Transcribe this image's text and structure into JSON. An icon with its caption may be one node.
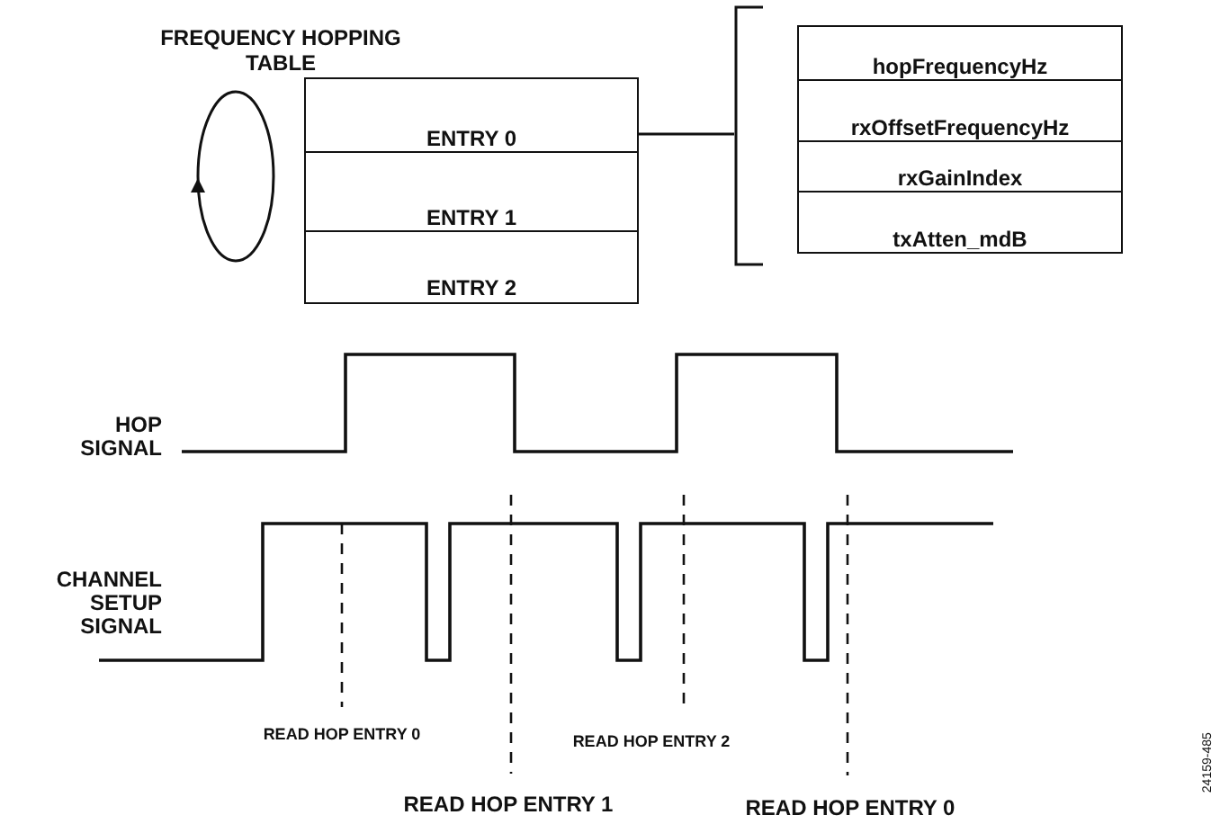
{
  "diagram": {
    "nodes": [
      {
        "text": [
          "FREQUENCY HOPPING TABLE"
        ]
      },
      {
        "text": [
          "ENTRY 0"
        ],
        "in": 0
      },
      {
        "text": [
          "ENTRY 1"
        ],
        "in": 0
      },
      {
        "text": [
          "ENTRY 2"
        ],
        "in": 0
      },
      {
        "text": [],
        "shape": "box"
      },
      {
        "text": [
          "hopFrequencyHz"
        ],
        "in": 4
      },
      {
        "text": [
          "rxOffsetFrequencyHz"
        ],
        "in": 4
      },
      {
        "text": [
          "rxGainIndex"
        ],
        "in": 4
      },
      {
        "text": [
          "txAtten_mdB"
        ],
        "in": 4
      }
    ],
    "edges": [
      {
        "from": 1,
        "to": 4,
        "arrow": "none"
      }
    ],
    "labels": [
      "HOP SIGNAL",
      "CHANNEL SETUP SIGNAL",
      "READ HOP ENTRY 0",
      "READ HOP ENTRY 2",
      "READ HOP ENTRY 1",
      "READ HOP ENTRY 0",
      "24159-485"
    ]
  }
}
